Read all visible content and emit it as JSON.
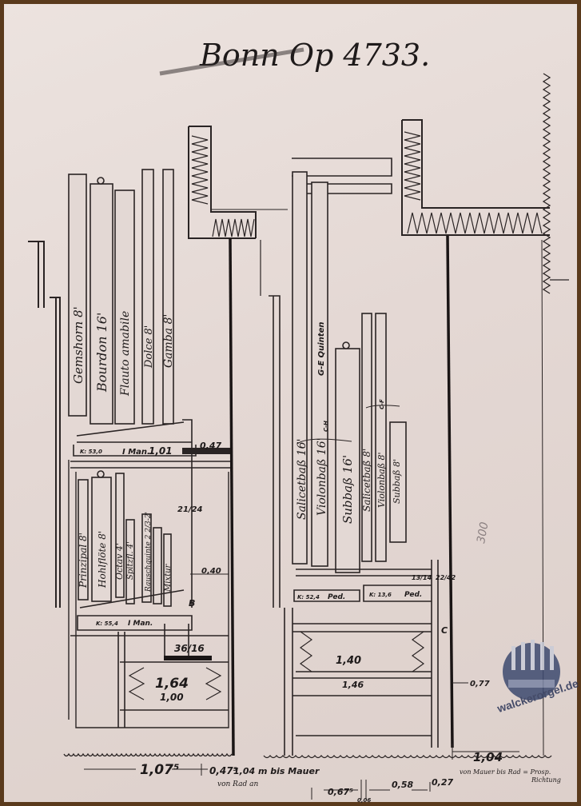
{
  "title": "Bonn Op 4733.",
  "upper_manual_pipes": [
    "Gemshorn 8'",
    "Bourdon 16'",
    "Flauto amabile",
    "Dolce 8'",
    "Gamba 8'"
  ],
  "upper_chest": {
    "label": "I Man.",
    "width": "1,01",
    "note": "0,47",
    "small": "K: 53,0"
  },
  "lower_manual_pipes": [
    "Prinzipal 8'",
    "Hohlflöte 8'",
    "Octav 4'",
    "Spitzfl. 4'",
    "Rauschquinte 2 2/3-2'",
    "Mixtur"
  ],
  "lower_chest": {
    "label": "I Man.",
    "small": "K: 55,4",
    "fraction": "21/24",
    "width": "0,40",
    "windtrunk": "36/16",
    "bellows_outer": "1,64",
    "bellows_inner": "1,00",
    "marker_b": "B"
  },
  "pedal_pipes": [
    "Salicetbaß 16'",
    "Violonbaß 16'",
    "Subbaß 16'",
    "Salicetbaß 8'",
    "Violonbaß 8'",
    "Subbaß 8'"
  ],
  "pedal_notes": {
    "quinten": "G-E Quinten",
    "ceh": "C-H",
    "cf": "C-F",
    "chest1": "Ped.",
    "chest2": "Ped.",
    "small1": "K: 52,4",
    "small2": "K: 13,6",
    "frac1": "13/14",
    "frac2": "22/42",
    "marker_c": "C",
    "bellows_inner": "1,40",
    "bellows_outer": "1,46",
    "offset": "0,77"
  },
  "bottom_dims": {
    "d1": "1,07⁵",
    "d2": "0,47⁵",
    "d3": "1,04 m bis Mauer",
    "d3b": "von Rad an",
    "d4": "0,67⁵",
    "d5": "0,06",
    "d6": "0,58",
    "d7": "0,27",
    "d8": "1,04",
    "d8_note": "von Mauer bis Rad = Prosp.",
    "d8_note2": "Richtung"
  },
  "pencil_note": "300",
  "watermark": "walckerorgel.de"
}
